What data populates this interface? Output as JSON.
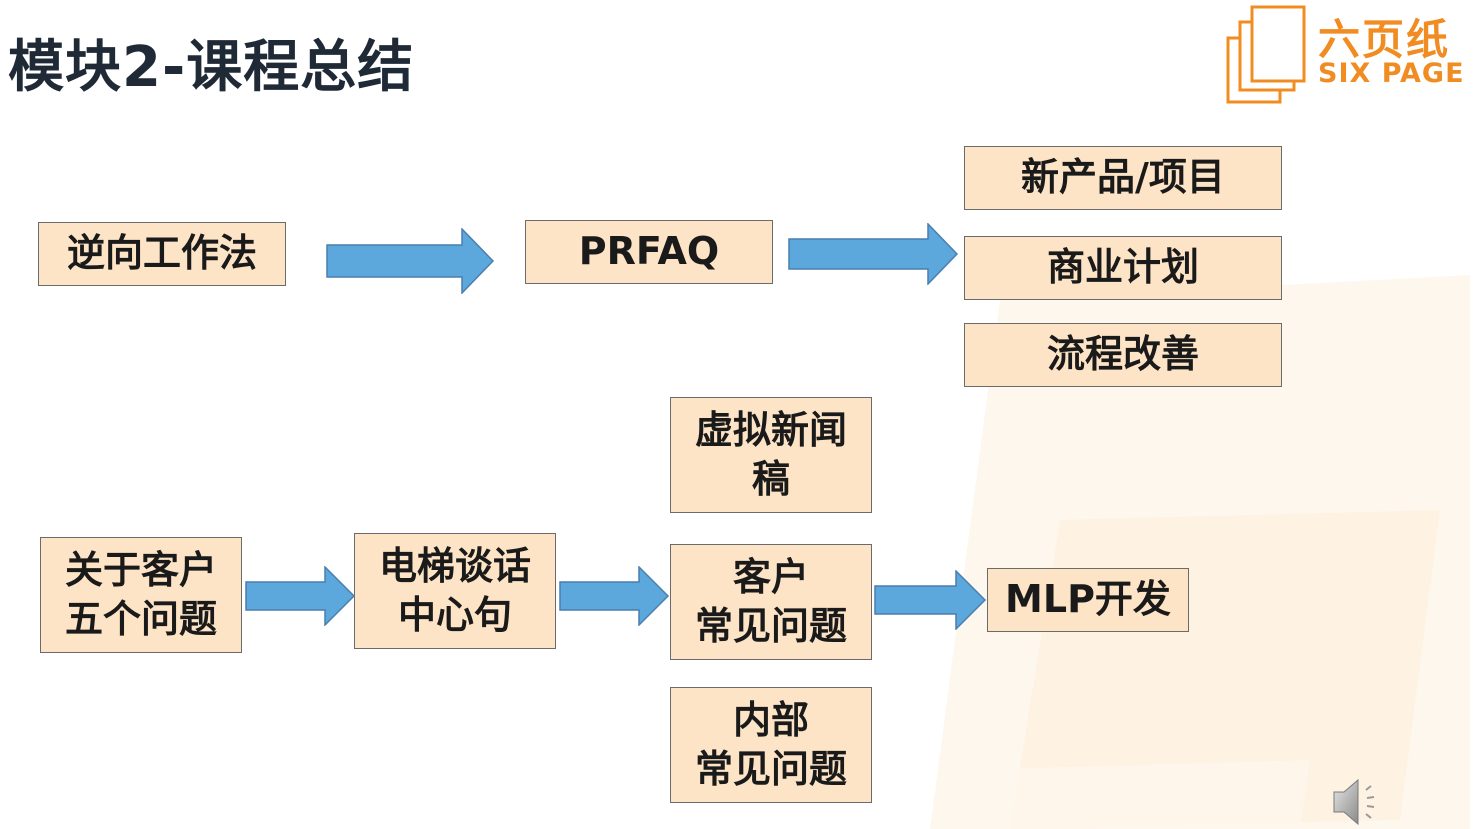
{
  "title": "模块2-课程总结",
  "logo": {
    "cn": "六页纸",
    "en": "SIX PAGE",
    "color": "#f08c21"
  },
  "colors": {
    "node_fill": "#fde4c6",
    "node_border": "#6b6b6b",
    "arrow": "#5ca7dc",
    "title": "#1f2a36"
  },
  "flow_top": {
    "start": "逆向工作法",
    "middle": "PRFAQ",
    "outcomes": [
      "新产品/项目",
      "商业计划",
      "流程改善"
    ]
  },
  "flow_bottom": {
    "start": "关于客户\n五个问题",
    "step2": "电梯谈话\n中心句",
    "prfaq_parts": [
      "虚拟新闻\n稿",
      "客户\n常见问题",
      "内部\n常见问题"
    ],
    "end": "MLP开发"
  },
  "icons": {
    "audio": "speaker-icon"
  }
}
